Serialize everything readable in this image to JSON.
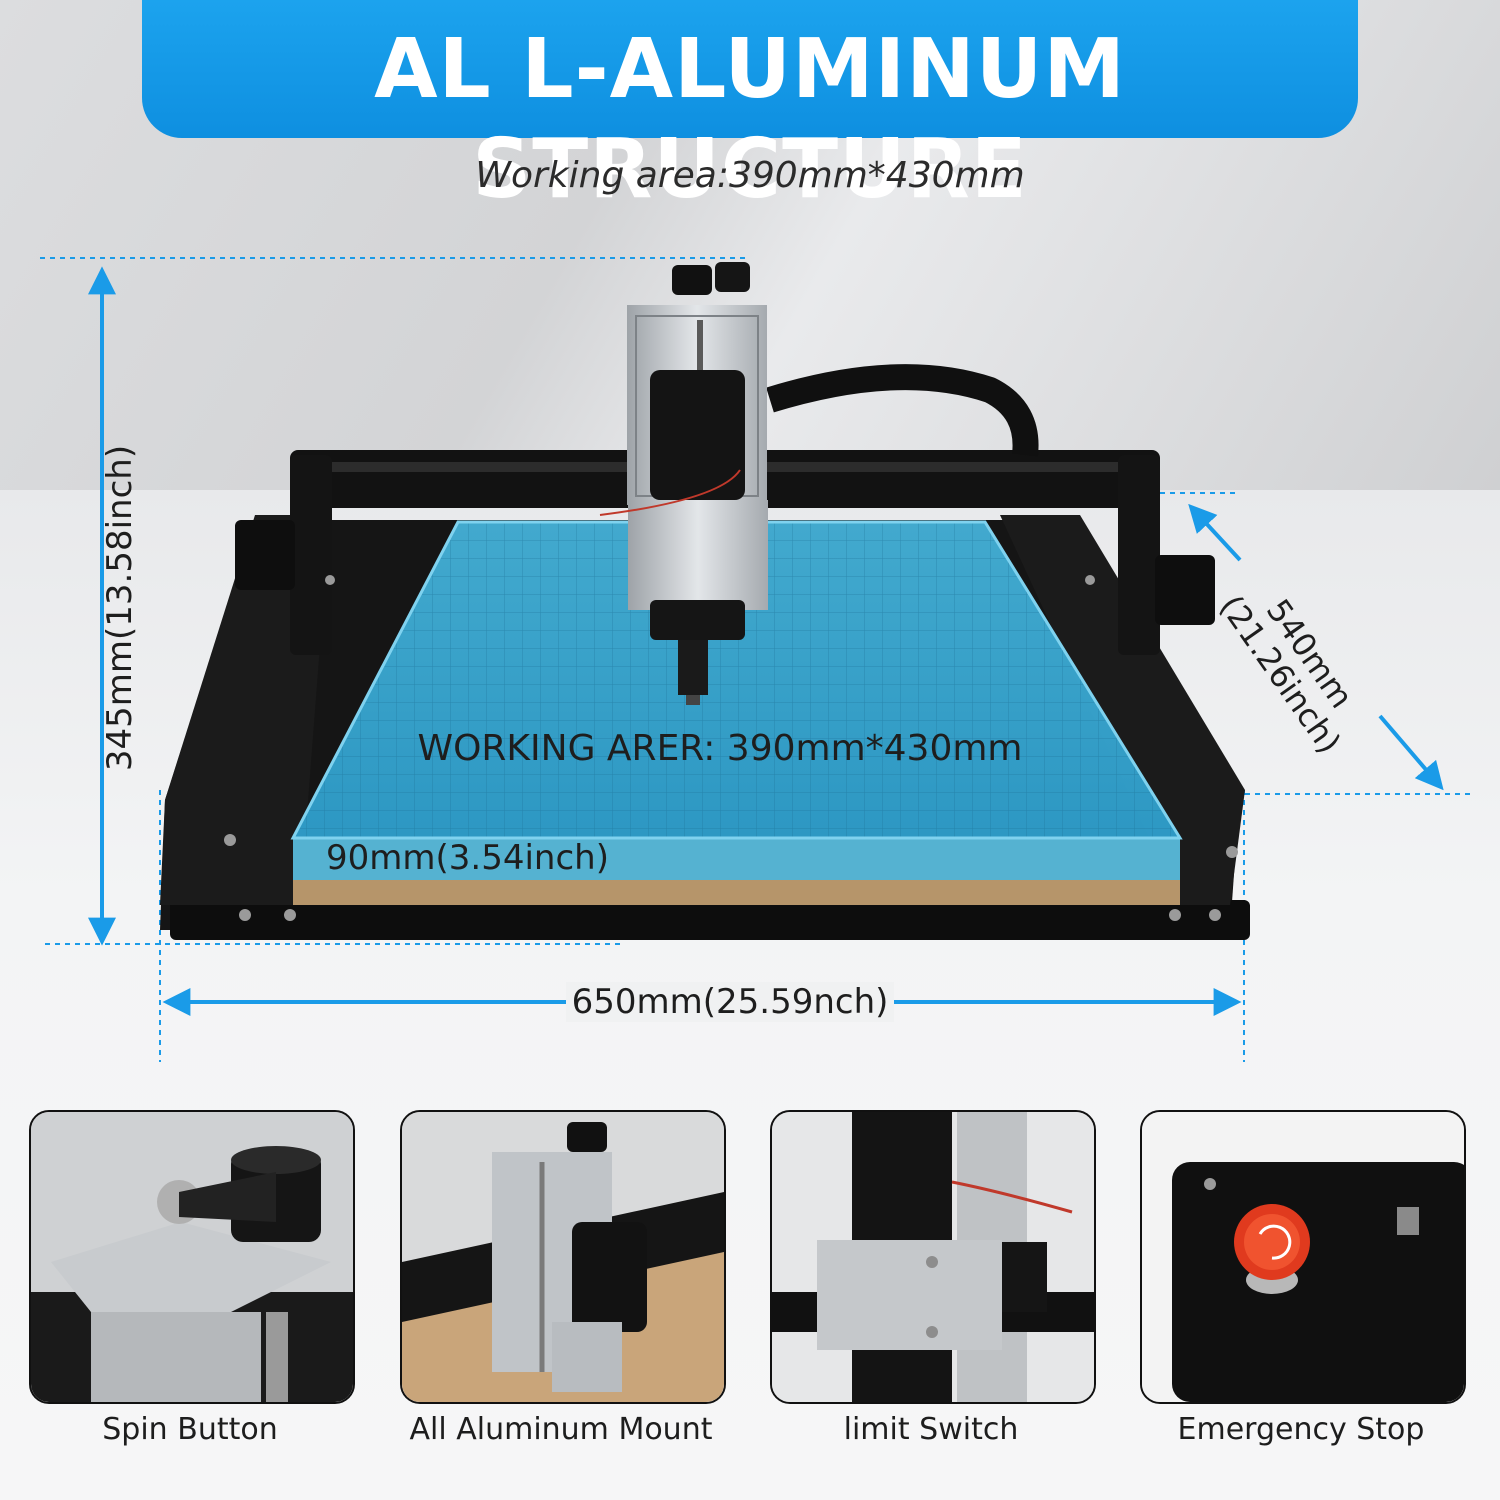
{
  "banner": {
    "title": "AL L-ALUMINUM STRUCTURE"
  },
  "subtitle": "Working area:390mm*430mm",
  "dimensions": {
    "height": "345mm(13.58inch)",
    "depth_mm": "540mm",
    "depth_inch": "(21.26inch)",
    "width": "650mm(25.59nch)",
    "working_area": "WORKING ARER:  390mm*430mm",
    "z_travel": "90mm(3.54inch)"
  },
  "features": [
    {
      "label": "Spin Button",
      "icon": "spin-knob-icon"
    },
    {
      "label": "All Aluminum Mount",
      "icon": "spindle-mount-icon"
    },
    {
      "label": "limit Switch",
      "icon": "limit-switch-icon"
    },
    {
      "label": "Emergency Stop",
      "icon": "emergency-stop-icon"
    }
  ],
  "colors": {
    "accent": "#1296e6",
    "bed": "#3fb4dc",
    "frame": "#111111",
    "dimension_line": "#1a9be8"
  }
}
